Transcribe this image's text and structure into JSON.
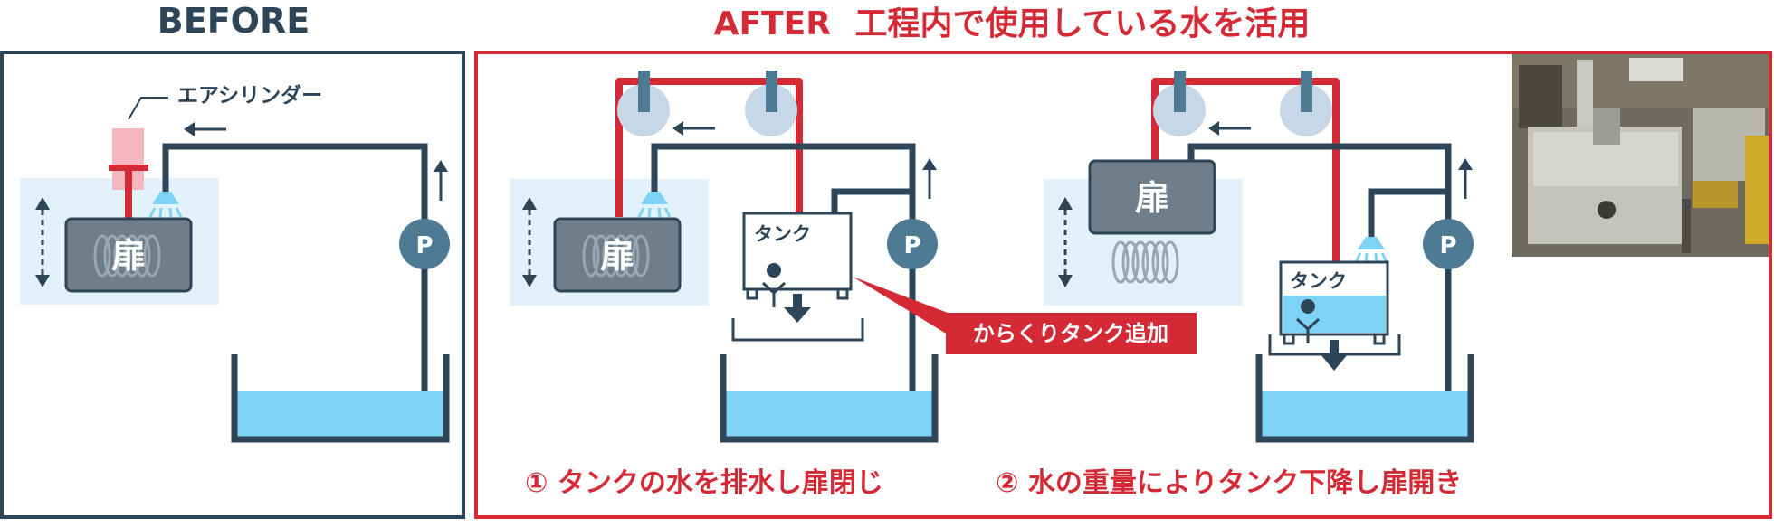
{
  "before": {
    "heading": "BEFORE",
    "air_cylinder_label": "エアシリンダー",
    "door_label": "扉",
    "pump_label": "P"
  },
  "after": {
    "heading_prefix": "AFTER",
    "heading_text": "工程内で使用している水を活用",
    "step1": {
      "door_label": "扉",
      "tank_label": "タンク",
      "pump_label": "P",
      "caption": "① タンクの水を排水し扉閉じ"
    },
    "step2": {
      "door_label": "扉",
      "tank_label": "タンク",
      "pump_label": "P",
      "caption": "② 水の重量によりタンク下降し扉開き"
    },
    "callout": "からくりタンク追加"
  },
  "colors": {
    "navy": "#2d4557",
    "red": "#d42a36",
    "water": "#7fd3f7",
    "light_blue": "#e3f2fa",
    "door_gray": "#6e7f8b",
    "pulley": "#c6d8e8",
    "pump": "#4e7a94",
    "cylinder_pink": "#f6b6c0"
  }
}
